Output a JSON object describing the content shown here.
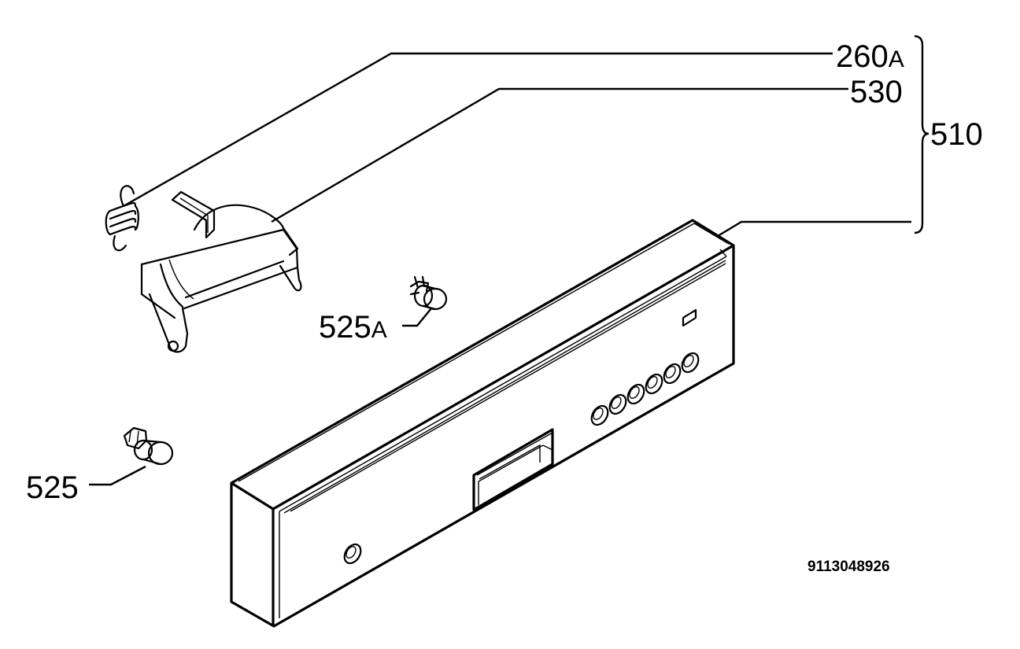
{
  "labels": {
    "p260": {
      "num": "260",
      "suffix": "A"
    },
    "p530": {
      "num": "530",
      "suffix": ""
    },
    "p510": {
      "num": "510",
      "suffix": ""
    },
    "p525a": {
      "num": "525",
      "suffix": "A"
    },
    "p525": {
      "num": "525",
      "suffix": ""
    }
  },
  "drawing_code": "9113048926"
}
